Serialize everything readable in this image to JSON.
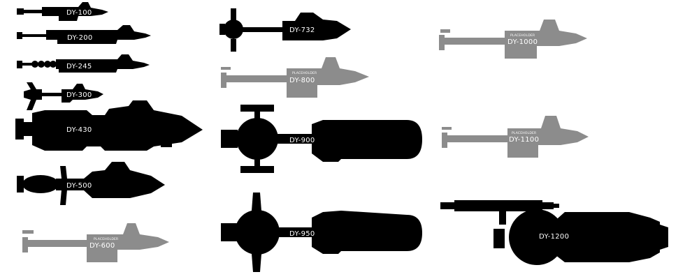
{
  "colors": {
    "silhouette": "#000000",
    "placeholder": "#8c8c8c",
    "label": "#ffffff",
    "background": "#ffffff"
  },
  "ships": {
    "dy100": {
      "label": "DY-100"
    },
    "dy200": {
      "label": "DY-200"
    },
    "dy245": {
      "label": "DY-245"
    },
    "dy300": {
      "label": "DY-300"
    },
    "dy430": {
      "label": "DY-430"
    },
    "dy500": {
      "label": "DY-500"
    },
    "dy600": {
      "label": "DY-600",
      "note": "PLACEHOLDER"
    },
    "dy732": {
      "label": "DY-732"
    },
    "dy800": {
      "label": "DY-800",
      "note": "PLACEHOLDER"
    },
    "dy900": {
      "label": "DY-900"
    },
    "dy950": {
      "label": "DY-950"
    },
    "dy1000": {
      "label": "DY-1000",
      "note": "PLACEHOLDER"
    },
    "dy1100": {
      "label": "DY-1100",
      "note": "PLACEHOLDER"
    },
    "dy1200": {
      "label": "DY-1200"
    }
  }
}
